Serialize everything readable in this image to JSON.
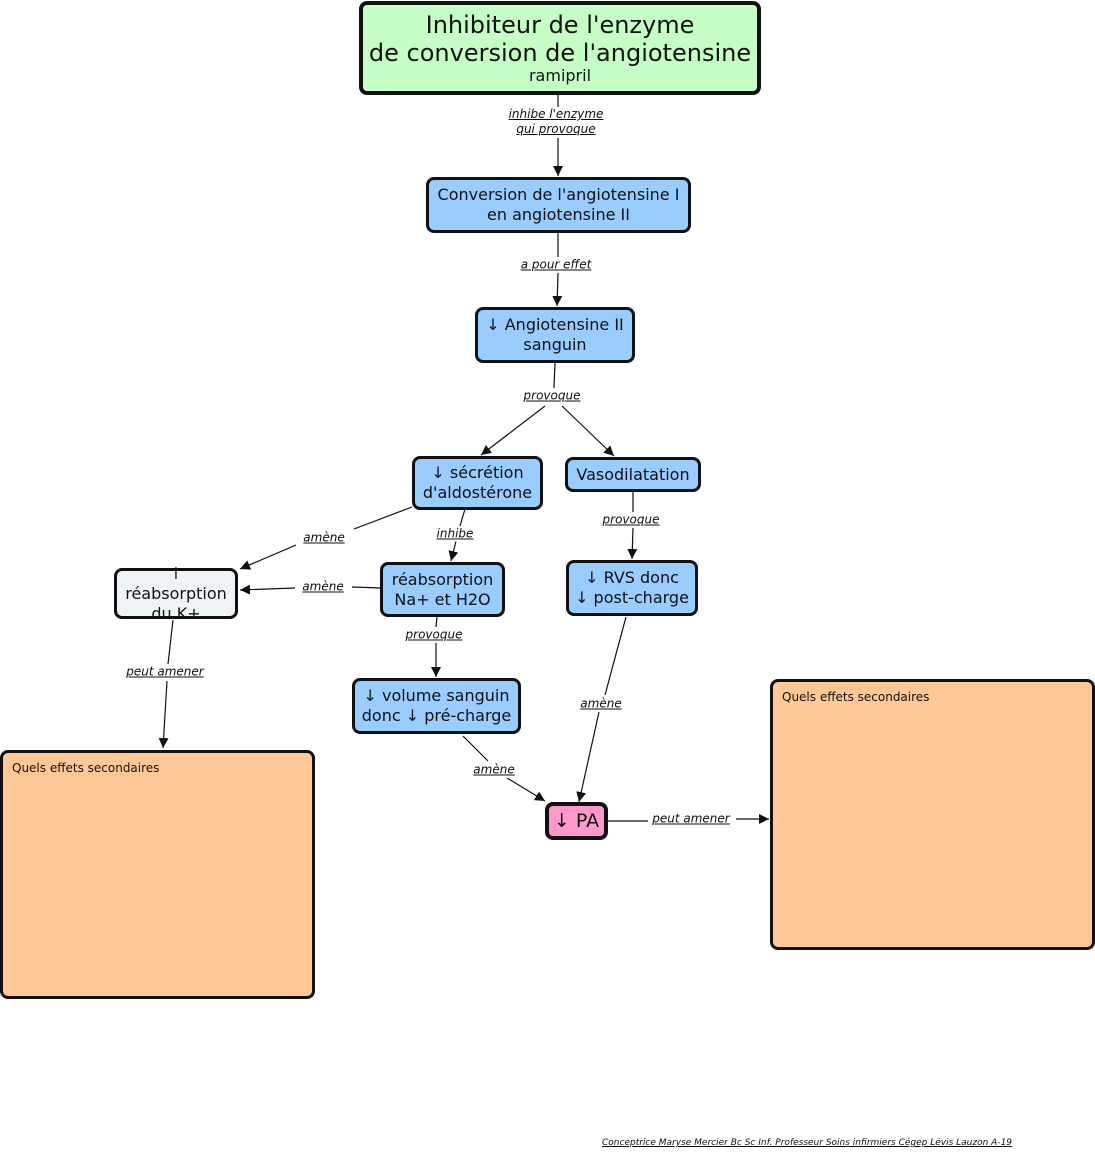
{
  "nodes": {
    "ace_inhibitor": {
      "line1": "Inhibiteur de l'enzyme",
      "line2": "de conversion de l'angiotensine",
      "subtitle": "ramipril"
    },
    "conversion": {
      "line1": "Conversion de l'angiotensine I",
      "line2": "en angiotensine II"
    },
    "angiotensin_ii": {
      "line1": "↓ Angiotensine II",
      "line2": "sanguin"
    },
    "aldosterone": {
      "line1": "↓ sécrétion",
      "line2": "d'aldostérone"
    },
    "vasodilation": {
      "line1": "Vasodilatation"
    },
    "k_reabsorption": {
      "line1": "↑ réabsorption",
      "line2": "du K+"
    },
    "na_reabsorption": {
      "line1": "réabsorption",
      "line2": "Na+ et H2O"
    },
    "rvs": {
      "line1": "↓ RVS donc",
      "line2": "↓ post-charge"
    },
    "blood_volume": {
      "line1": "↓ volume sanguin",
      "line2": "donc ↓ pré-charge"
    },
    "pa": {
      "line1": "↓ PA"
    }
  },
  "side_effect_boxes": {
    "left": {
      "title": "Quels effets secondaires"
    },
    "right": {
      "title": "Quels effets secondaires"
    }
  },
  "links": {
    "inhibe_enzyme": {
      "line1": "inhibe l'enzyme",
      "line2": "qui provoque"
    },
    "a_pour_effet": "a pour effet",
    "provoque_1": "provoque",
    "amene_1": "amène",
    "inhibe": "inhibe",
    "amene_2": "amène",
    "provoque_2": "provoque",
    "provoque_3": "provoque",
    "peut_amener_1": "peut amener",
    "amene_3": "amène",
    "amene_4": "amène",
    "peut_amener_2": "peut amener"
  },
  "credit": "Conceptrice Maryse Mercier Bc Sc Inf.  Professeur Soins infirmiers Cégep Lévis Lauzon  A-19",
  "colors": {
    "title_node": "#c6ffc6",
    "concept_node": "#99ccff",
    "k_node": "#eef4f6",
    "pa_node": "#ff99cc",
    "side_effect_box": "#ffc896"
  }
}
